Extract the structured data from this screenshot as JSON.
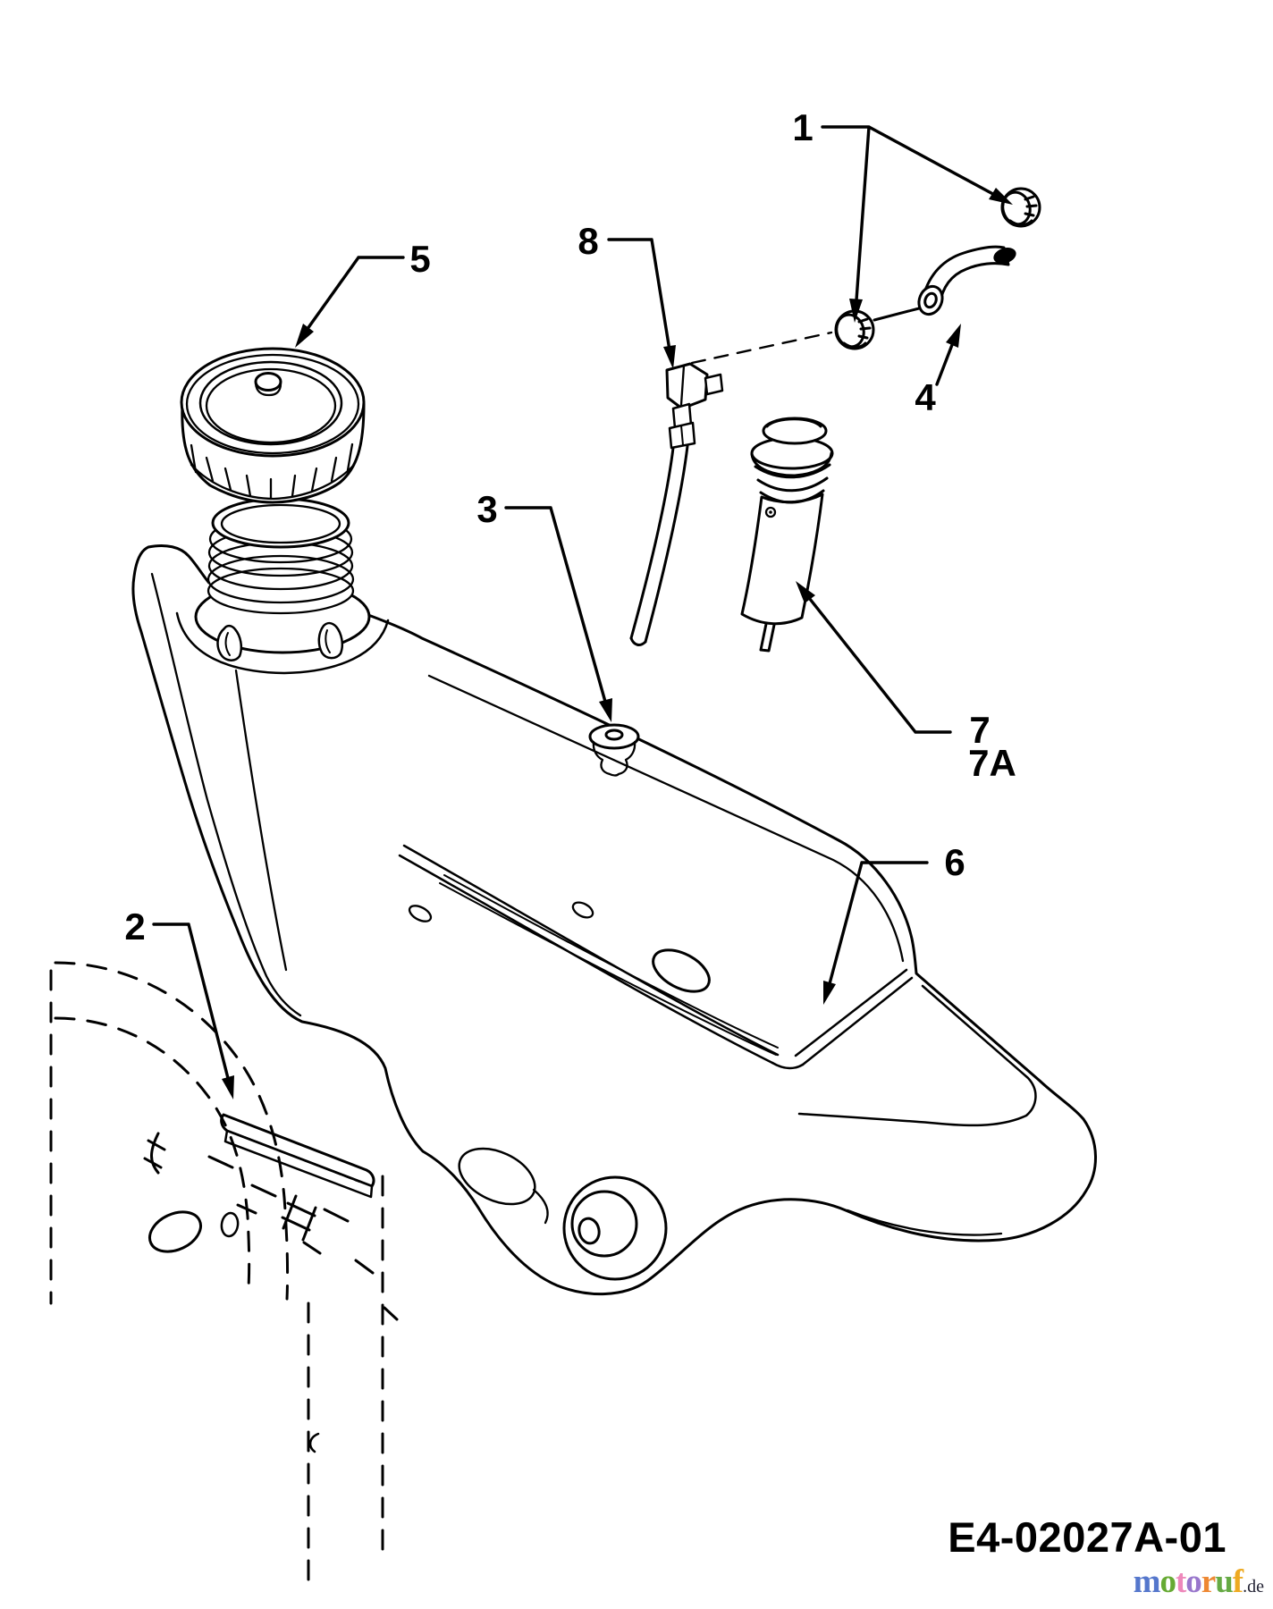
{
  "canvas": {
    "background": "#ffffff",
    "line_color": "#000000"
  },
  "callouts": [
    {
      "label": "1"
    },
    {
      "label": "2"
    },
    {
      "label": "3"
    },
    {
      "label": "4"
    },
    {
      "label": "5"
    },
    {
      "label": "6"
    },
    {
      "label": "7"
    },
    {
      "label": "7A"
    },
    {
      "label": "8"
    }
  ],
  "part_code": "E4-02027A-01",
  "watermark": {
    "letters": [
      {
        "ch": "m",
        "color": "#5577cc"
      },
      {
        "ch": "o",
        "color": "#66aa33"
      },
      {
        "ch": "t",
        "color": "#ee88bb"
      },
      {
        "ch": "o",
        "color": "#9977cc"
      },
      {
        "ch": "r",
        "color": "#ee8833"
      },
      {
        "ch": "u",
        "color": "#66aa44"
      },
      {
        "ch": "f",
        "color": "#eeaa22"
      }
    ],
    "suffix": ".de",
    "suffix_color": "#222233"
  }
}
